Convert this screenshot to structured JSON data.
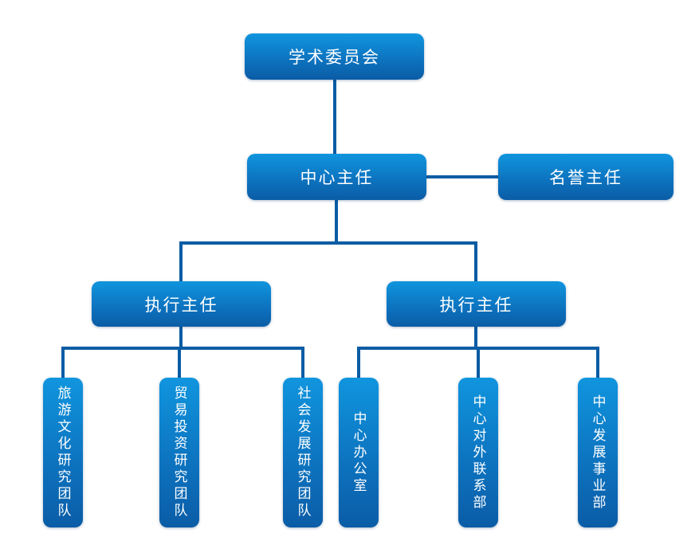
{
  "palette": {
    "node_gradient_top": "#1095de",
    "node_gradient_mid": "#0d74c0",
    "node_gradient_bottom": "#0b5ca6",
    "connector": "#0a5ca4",
    "node_text": "#ffffff",
    "page_background": "#ffffff"
  },
  "org_chart": {
    "type": "org-chart",
    "nodes": {
      "academic": {
        "label": "学术委员会",
        "level": 1,
        "orientation": "horizontal"
      },
      "director": {
        "label": "中心主任",
        "level": 2,
        "orientation": "horizontal"
      },
      "honorary": {
        "label": "名誉主任",
        "level": 2,
        "orientation": "horizontal"
      },
      "execLeft": {
        "label": "执行主任",
        "level": 3,
        "orientation": "horizontal"
      },
      "execRight": {
        "label": "执行主任",
        "level": 3,
        "orientation": "horizontal"
      },
      "teamTourism": {
        "label": "旅游文化研究团队",
        "level": 4,
        "orientation": "vertical"
      },
      "teamTrade": {
        "label": "贸易投资研究团队",
        "level": 4,
        "orientation": "vertical"
      },
      "teamSocial": {
        "label": "社会发展研究团队",
        "level": 4,
        "orientation": "vertical"
      },
      "office": {
        "label": "中心办公室",
        "level": 4,
        "orientation": "vertical"
      },
      "liaison": {
        "label": "中心对外联系部",
        "level": 4,
        "orientation": "vertical"
      },
      "development": {
        "label": "中心发展事业部",
        "level": 4,
        "orientation": "vertical"
      }
    },
    "edges": [
      {
        "from": "academic",
        "to": "director"
      },
      {
        "from": "director",
        "to": "honorary"
      },
      {
        "from": "director",
        "to": "execLeft"
      },
      {
        "from": "director",
        "to": "execRight"
      },
      {
        "from": "execLeft",
        "to": "teamTourism"
      },
      {
        "from": "execLeft",
        "to": "teamTrade"
      },
      {
        "from": "execLeft",
        "to": "teamSocial"
      },
      {
        "from": "execRight",
        "to": "office"
      },
      {
        "from": "execRight",
        "to": "liaison"
      },
      {
        "from": "execRight",
        "to": "development"
      }
    ]
  }
}
